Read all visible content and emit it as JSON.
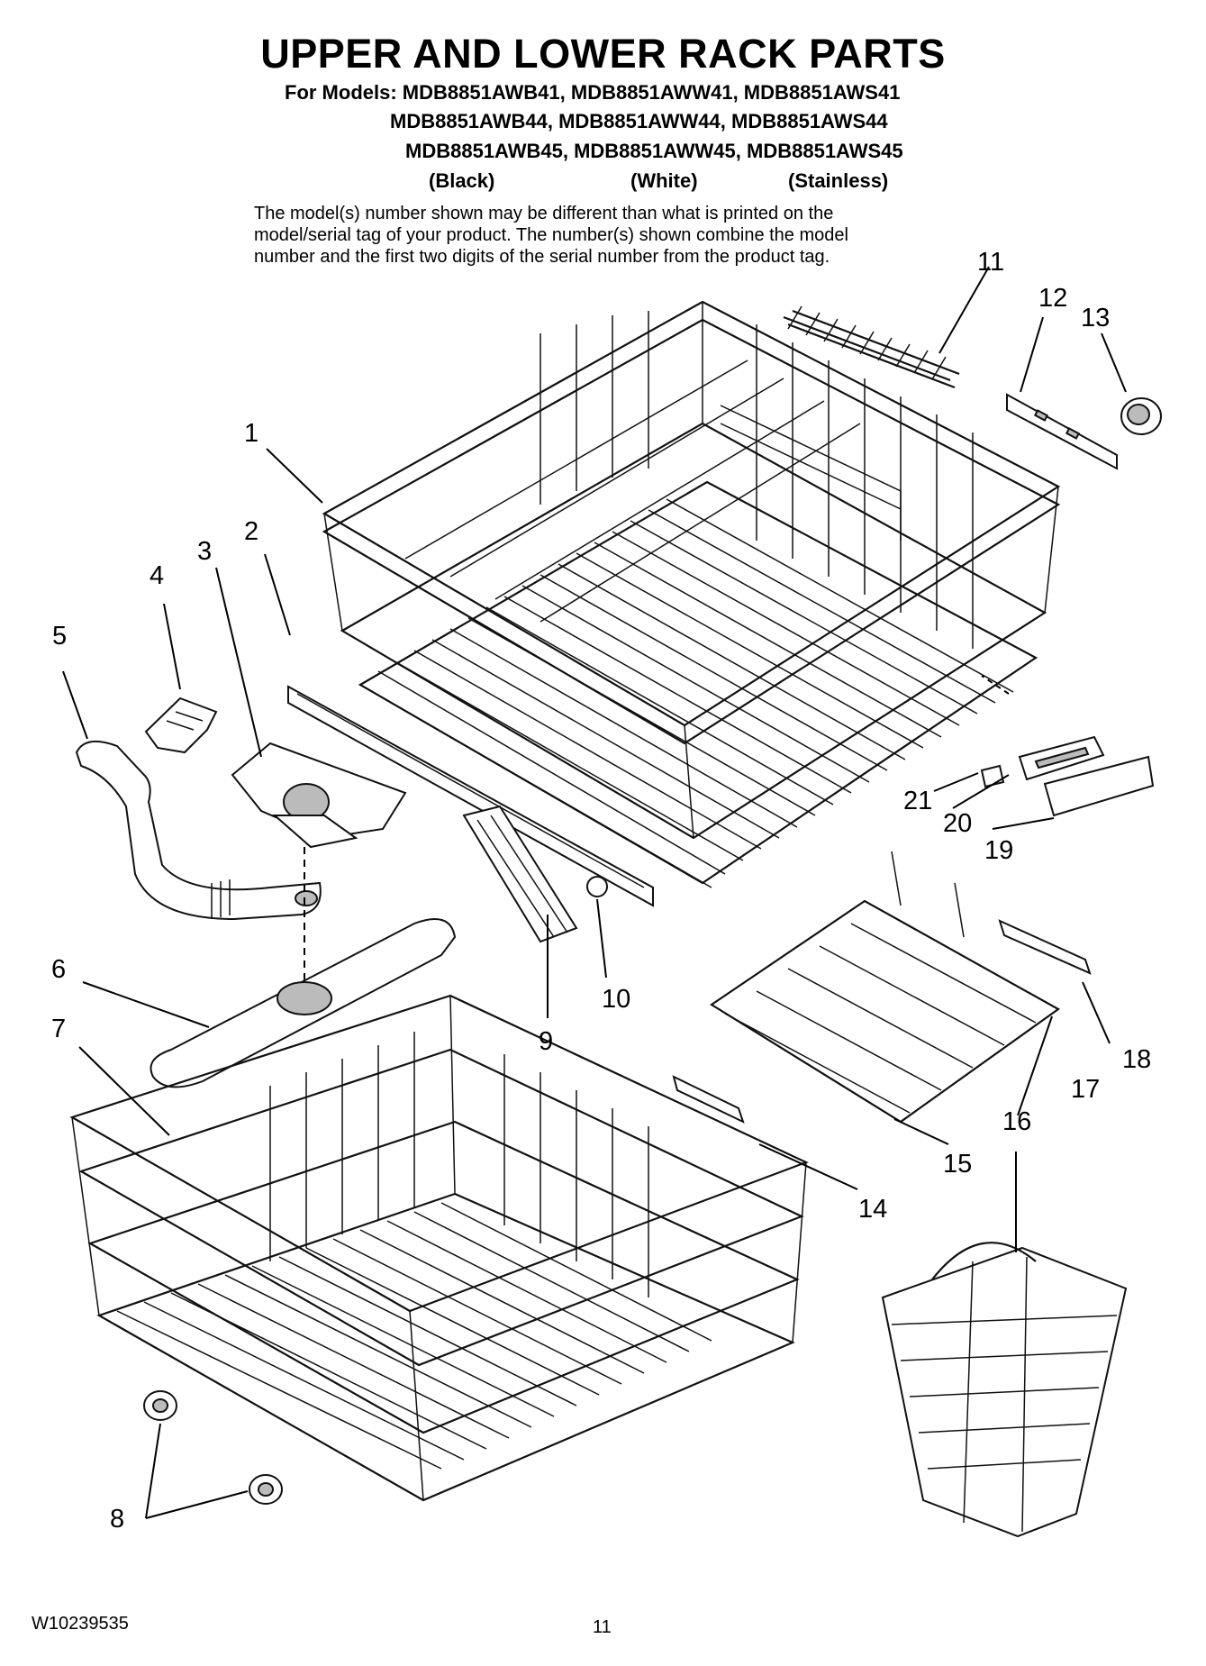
{
  "header": {
    "title": "UPPER AND LOWER RACK PARTS",
    "models_prefix": "For Models:",
    "model_rows": [
      "MDB8851AWB41, MDB8851AWW41, MDB8851AWS41",
      "MDB8851AWB44, MDB8851AWW44, MDB8851AWS44",
      "MDB8851AWB45, MDB8851AWW45, MDB8851AWS45"
    ],
    "variants": [
      "(Black)",
      "(White)",
      "(Stainless)"
    ]
  },
  "note_lines": [
    "The model(s) number shown may be different than what is printed on the",
    "model/serial tag of your product. The number(s) shown combine the model",
    "number and the first two digits of the serial number from the product tag."
  ],
  "callouts": [
    "1",
    "2",
    "3",
    "4",
    "5",
    "6",
    "7",
    "8",
    "9",
    "10",
    "11",
    "12",
    "13",
    "14",
    "15",
    "16",
    "17",
    "18",
    "19",
    "20",
    "21"
  ],
  "footer": {
    "doc_number": "W10239535",
    "page_number": "11"
  }
}
